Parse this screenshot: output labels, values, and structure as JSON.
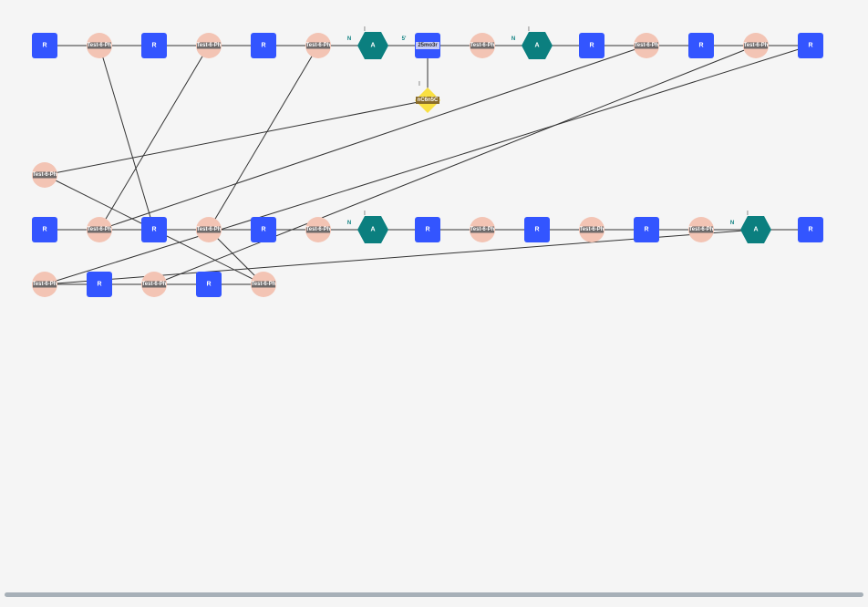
{
  "colors": {
    "background": "#f5f5f5",
    "r_node": "#3355ff",
    "r_text": "#ffffff",
    "phos_node": "#f3c4b4",
    "phos_band": "#6f6a6a",
    "phos_text": "#ffffff",
    "a_node": "#0b7f7f",
    "a_text": "#ffffff",
    "mod_node": "#5b6cf0",
    "mod_text": "#2a2a2a",
    "diamond_fill": "#f9e042",
    "diamond_band": "#8a6d2a",
    "edge": "#333333",
    "annot": "#0b7f7f",
    "scrollbar": "#a7b0b8"
  },
  "labels": {
    "r": "R",
    "phos": "Test-6-Ph",
    "a": "A",
    "mod": "25mo3r",
    "diamond": "nC6n5C",
    "n_annot": "N",
    "five_prime": "5'",
    "tick": "|"
  },
  "diagram": {
    "nodes": [
      {
        "id": "r1",
        "kind": "r"
      },
      {
        "id": "p1",
        "kind": "phos"
      },
      {
        "id": "r2",
        "kind": "r"
      },
      {
        "id": "p2",
        "kind": "phos"
      },
      {
        "id": "r3",
        "kind": "r"
      },
      {
        "id": "p3",
        "kind": "phos"
      },
      {
        "id": "a1",
        "kind": "a",
        "annot": "N"
      },
      {
        "id": "m1",
        "kind": "mod",
        "annot": "5'"
      },
      {
        "id": "p4",
        "kind": "phos"
      },
      {
        "id": "a2",
        "kind": "a",
        "annot": "N"
      },
      {
        "id": "r4",
        "kind": "r"
      },
      {
        "id": "p5",
        "kind": "phos"
      },
      {
        "id": "r5",
        "kind": "r"
      },
      {
        "id": "p6",
        "kind": "phos"
      },
      {
        "id": "r6",
        "kind": "r"
      },
      {
        "id": "d1",
        "kind": "diamond"
      },
      {
        "id": "p7",
        "kind": "phos"
      },
      {
        "id": "r7",
        "kind": "r"
      },
      {
        "id": "p8",
        "kind": "phos"
      },
      {
        "id": "r8",
        "kind": "r"
      },
      {
        "id": "p9",
        "kind": "phos"
      },
      {
        "id": "r9",
        "kind": "r"
      },
      {
        "id": "p10",
        "kind": "phos"
      },
      {
        "id": "a3",
        "kind": "a",
        "annot": "N"
      },
      {
        "id": "r10",
        "kind": "r"
      },
      {
        "id": "p11",
        "kind": "phos"
      },
      {
        "id": "r11",
        "kind": "r"
      },
      {
        "id": "p12",
        "kind": "phos"
      },
      {
        "id": "r12",
        "kind": "r"
      },
      {
        "id": "p13",
        "kind": "phos"
      },
      {
        "id": "a4",
        "kind": "a",
        "annot": "N"
      },
      {
        "id": "r13",
        "kind": "r"
      },
      {
        "id": "p14",
        "kind": "phos"
      },
      {
        "id": "r14",
        "kind": "r"
      },
      {
        "id": "p15",
        "kind": "phos"
      },
      {
        "id": "r15",
        "kind": "r"
      },
      {
        "id": "p16",
        "kind": "phos"
      }
    ],
    "edges": [
      [
        "r1",
        "p1"
      ],
      [
        "p1",
        "r2"
      ],
      [
        "r2",
        "p2"
      ],
      [
        "p2",
        "r3"
      ],
      [
        "r3",
        "p3"
      ],
      [
        "p3",
        "a1"
      ],
      [
        "a1",
        "m1"
      ],
      [
        "m1",
        "p4"
      ],
      [
        "p4",
        "a2"
      ],
      [
        "a2",
        "r4"
      ],
      [
        "r4",
        "p5"
      ],
      [
        "p5",
        "r5"
      ],
      [
        "r5",
        "p6"
      ],
      [
        "p6",
        "r6"
      ],
      [
        "m1",
        "d1"
      ],
      [
        "p1",
        "r8"
      ],
      [
        "p2",
        "p8"
      ],
      [
        "p3",
        "p9"
      ],
      [
        "d1",
        "p7"
      ],
      [
        "p7",
        "r8"
      ],
      [
        "r6",
        "p14"
      ],
      [
        "p5",
        "p8"
      ],
      [
        "p6",
        "p15"
      ],
      [
        "r7",
        "p8"
      ],
      [
        "p8",
        "r8"
      ],
      [
        "r8",
        "p9"
      ],
      [
        "p9",
        "r9"
      ],
      [
        "r9",
        "p10"
      ],
      [
        "p10",
        "a3"
      ],
      [
        "a3",
        "r10"
      ],
      [
        "r10",
        "p11"
      ],
      [
        "p11",
        "r11"
      ],
      [
        "r11",
        "p12"
      ],
      [
        "p12",
        "r12"
      ],
      [
        "r12",
        "p13"
      ],
      [
        "p13",
        "a4"
      ],
      [
        "a4",
        "r13"
      ],
      [
        "r8",
        "p16"
      ],
      [
        "p9",
        "p16"
      ],
      [
        "a4",
        "p14"
      ],
      [
        "p14",
        "r14"
      ],
      [
        "r14",
        "p15"
      ],
      [
        "p15",
        "r15"
      ],
      [
        "r15",
        "p16"
      ]
    ]
  }
}
